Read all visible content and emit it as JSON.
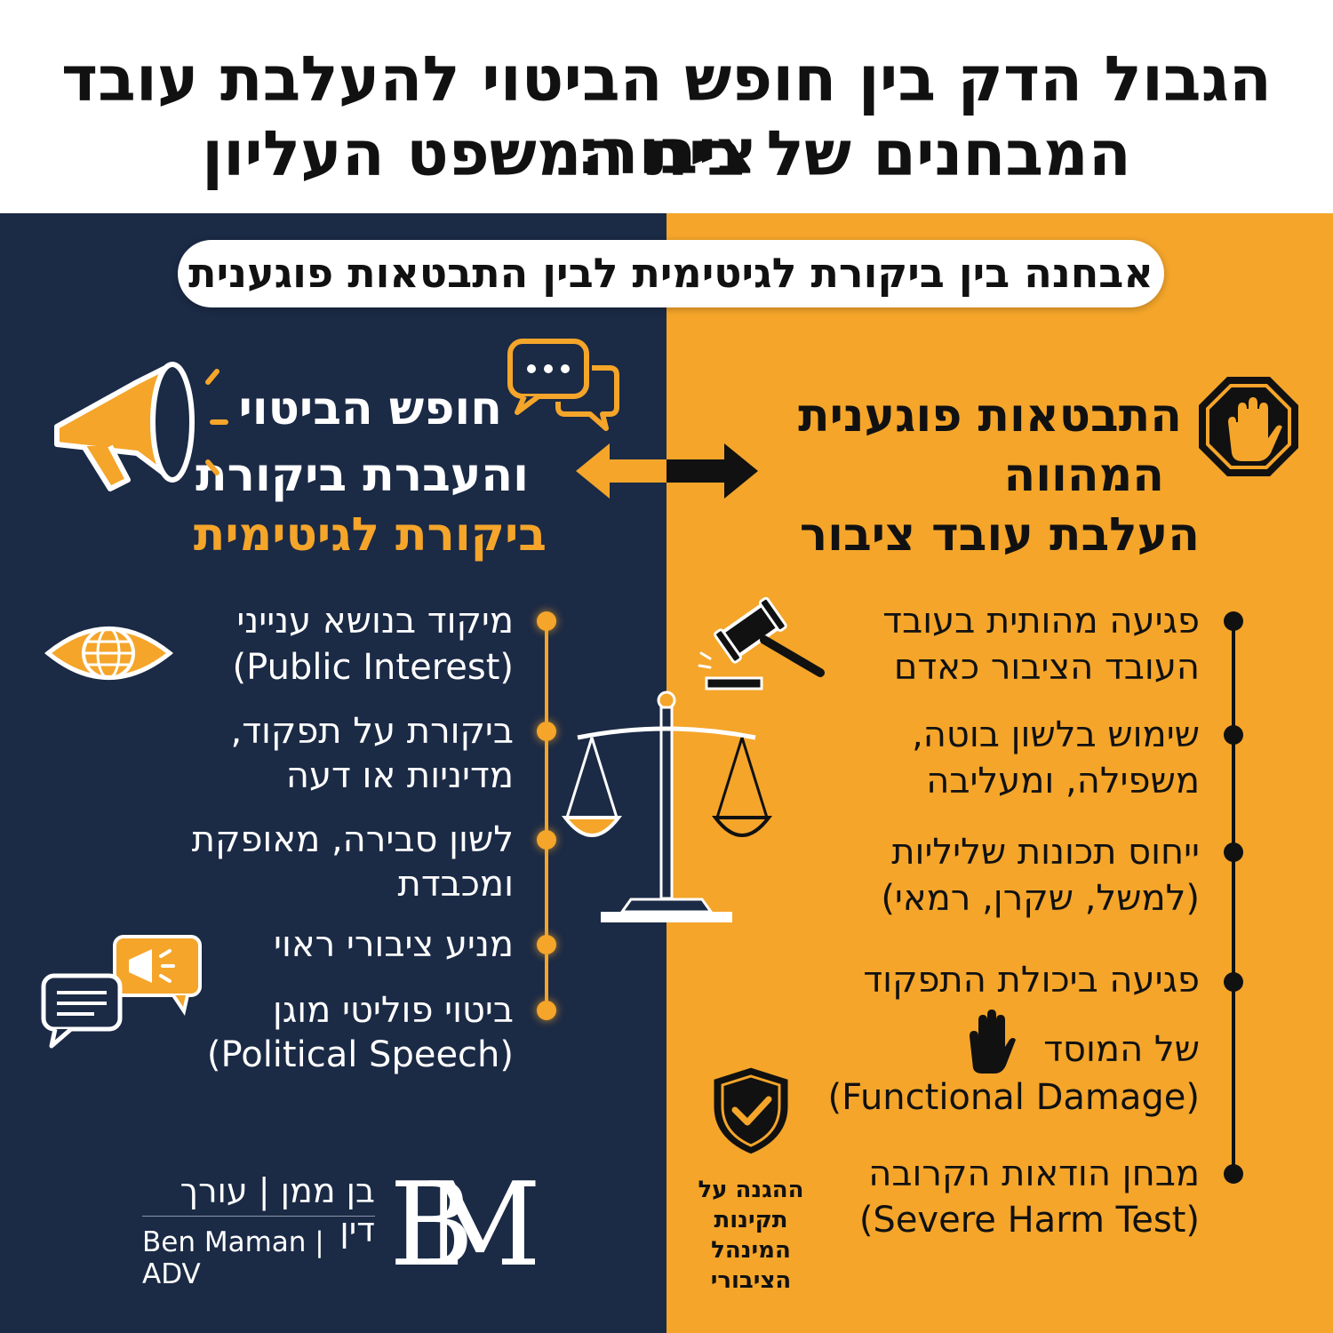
{
  "header": {
    "title_line1": "הגבול הדק בין חופש הביטוי להעלבת עובד ציבור:",
    "title_line2": "המבחנים של בית המשפט העליון"
  },
  "banner": "אבחנה בין ביקורת לגיטימית לבין התבטאות פוגענית",
  "left": {
    "heading_line1": "חופש הביטוי",
    "heading_line2": "והעברת ביקורת",
    "heading_line3": "ביקורת לגיטימית",
    "items": [
      {
        "line1": "מיקוד בנושא ענייני",
        "line2": "(Public Interest)"
      },
      {
        "line1": "ביקורת על תפקוד,",
        "line2": "מדיניות או דעה"
      },
      {
        "line1": "לשון סבירה, מאופקת",
        "line2": "ומכבדת"
      },
      {
        "line1": "מניע ציבורי ראוי"
      },
      {
        "line1": "ביטוי פוליטי מוגן",
        "line2": "(Political Speech)"
      }
    ]
  },
  "right": {
    "heading_line1": "התבטאות פוגענית",
    "heading_line2": "המהווה",
    "heading_line3": "העלבת עובד ציבור",
    "items": [
      {
        "line1": "פגיעה מהותית בעובד",
        "line2": "העובד הציבור כאדם"
      },
      {
        "line1": "שימוש בלשון בוטה,",
        "line2": "משפילה, ומעליבה"
      },
      {
        "line1": "ייחוס תכונות שליליות",
        "line2": "(למשל, שקרן, רמאי)"
      },
      {
        "line1": "פגיעה ביכולת התפקוד",
        "line2": "של המוסד",
        "line3": "(Functional Damage)"
      },
      {
        "line1": "מבחן הודאות הקרובה",
        "line2": "(Severe Harm Test)"
      }
    ],
    "note": [
      "ההגנה על",
      "תקינות",
      "המינהל",
      "הציבורי"
    ]
  },
  "brand": {
    "hebrew": "בן ממן | עורך דין",
    "english": "Ben Maman | ADV",
    "logo_letters": "BM"
  },
  "colors": {
    "navy": "#1b2a45",
    "orange": "#f4a52a",
    "black": "#111111"
  },
  "icons": [
    "megaphone-icon",
    "chat-bubbles-icon",
    "stop-hand-icon",
    "double-arrow-icon",
    "eye-globe-icon",
    "gavel-icon",
    "scales-icon",
    "megaphone-chat-icon",
    "chat-icon",
    "hand-icon",
    "shield-check-icon"
  ]
}
